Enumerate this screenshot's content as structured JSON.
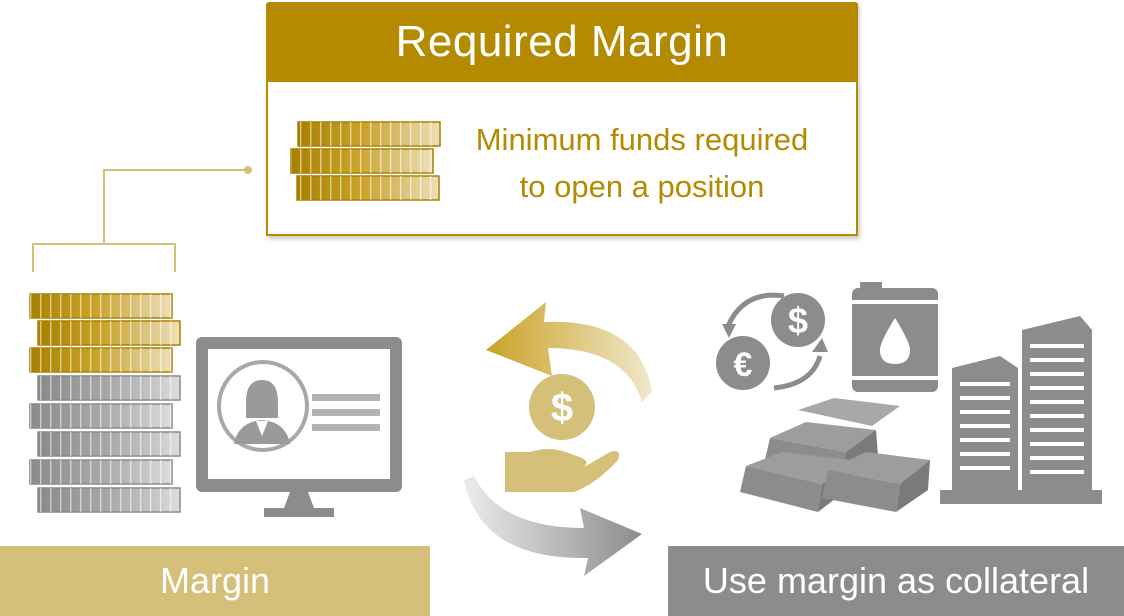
{
  "title": "Required Margin",
  "definition": {
    "line1": "Minimum funds required",
    "line2": "to open a position"
  },
  "labels": {
    "margin": "Margin",
    "collateral": "Use margin as collateral"
  },
  "icons": {
    "dollar_symbol": "$",
    "euro_symbol": "€"
  },
  "colors": {
    "gold": "#b38a00",
    "light_gold": "#d5c07a",
    "gray": "#8c8c8c"
  }
}
